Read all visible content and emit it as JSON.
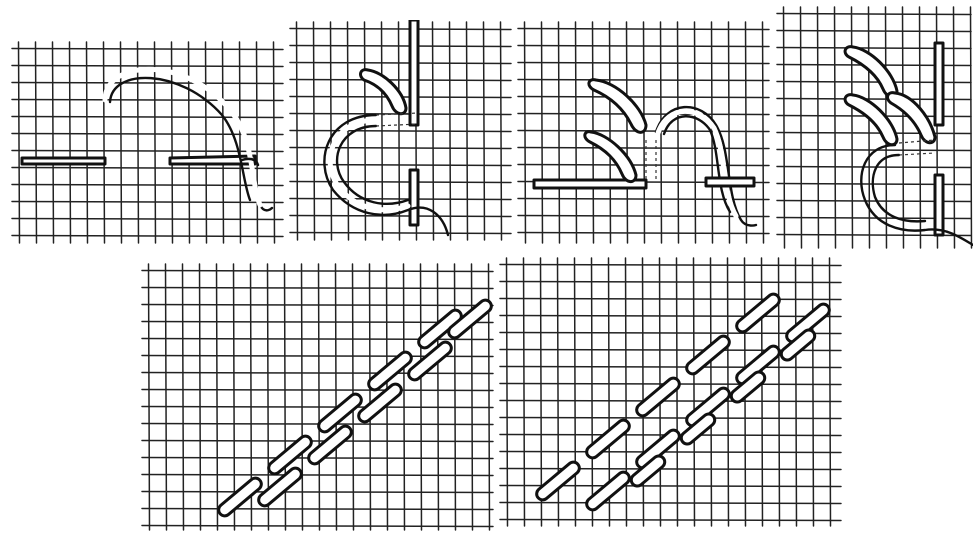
{
  "figure": {
    "description_text": "",
    "panels": [
      {
        "id": "step-1",
        "kind": "stitch-step"
      },
      {
        "id": "step-2",
        "kind": "stitch-step"
      },
      {
        "id": "step-3",
        "kind": "stitch-step"
      },
      {
        "id": "step-4",
        "kind": "stitch-step"
      },
      {
        "id": "result-single-row",
        "kind": "stitch-result"
      },
      {
        "id": "result-double-row",
        "kind": "stitch-result"
      }
    ]
  }
}
